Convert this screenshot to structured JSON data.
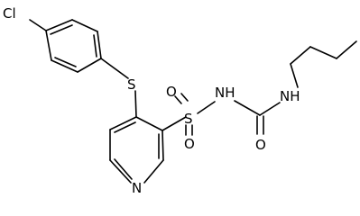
{
  "molecule": {
    "atoms": {
      "chlorine": "Cl",
      "sulfide_sulfur": "S",
      "sulfonyl_sulfur": "S",
      "sulfonyl_oxygen_top": "O",
      "sulfonyl_oxygen_bottom": "O",
      "sulfonamide_nh": "NH",
      "urea_nh": "NH",
      "carbonyl_oxygen": "O",
      "pyridine_nitrogen": "N"
    }
  }
}
